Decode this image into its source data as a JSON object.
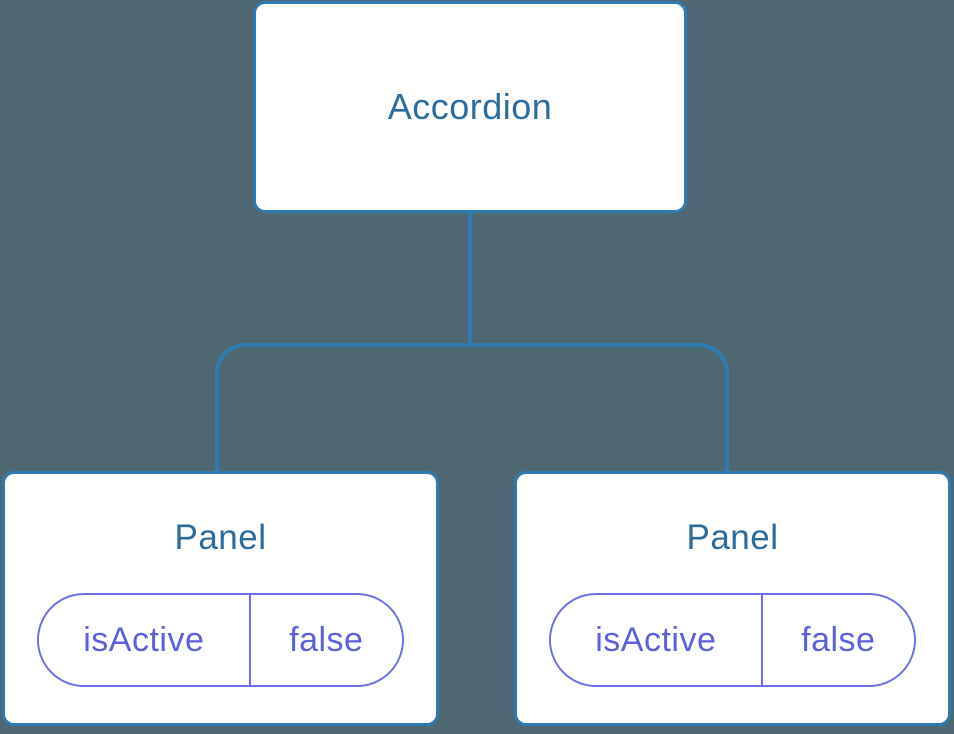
{
  "colors": {
    "bg": "#4D6873",
    "stroke": "#2E7BB4",
    "title": "#2B6C9C",
    "purple": "#5C60DB",
    "purple-border": "#6B70E2",
    "node-bg": "#FFFFFF"
  },
  "tree": {
    "root": {
      "label": "Accordion"
    },
    "children": [
      {
        "label": "Panel",
        "state": {
          "key": "isActive",
          "value": "false"
        }
      },
      {
        "label": "Panel",
        "state": {
          "key": "isActive",
          "value": "false"
        }
      }
    ]
  }
}
